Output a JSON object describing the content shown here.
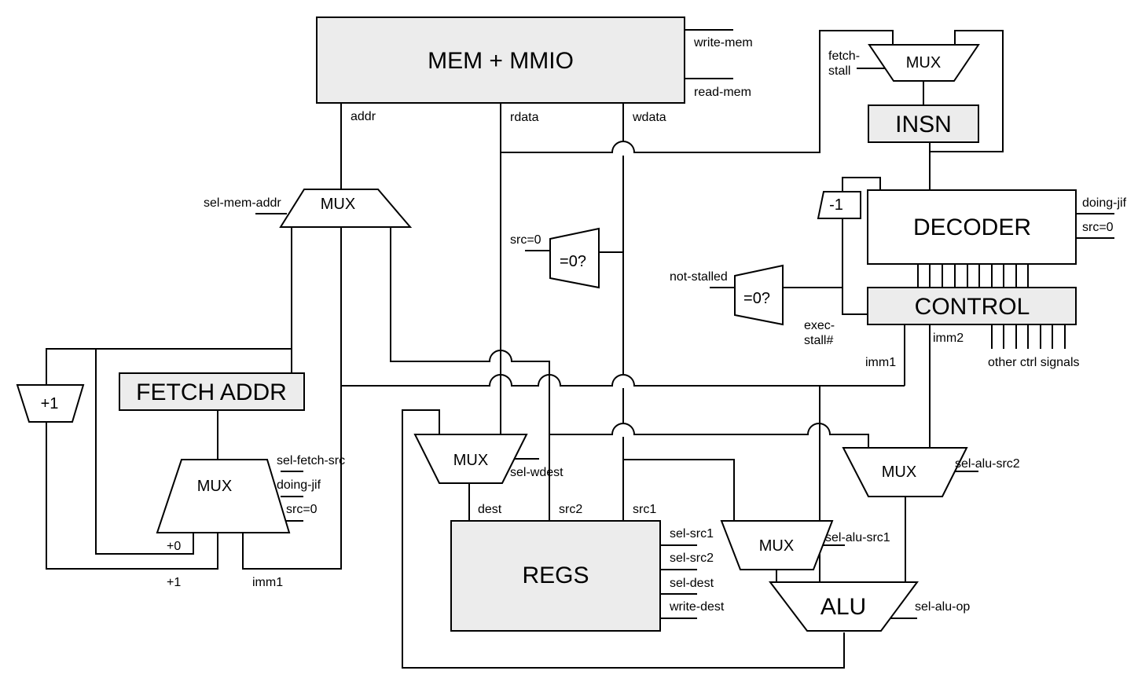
{
  "blocks": {
    "mem": "MEM + MMIO",
    "insn": "INSN",
    "decoder": "DECODER",
    "control": "CONTROL",
    "fetch_addr": "FETCH ADDR",
    "regs": "REGS",
    "alu": "ALU"
  },
  "ops": {
    "mux": "MUX",
    "zero_test": "=0?",
    "minus_one": "-1",
    "plus_one": "+1"
  },
  "signals": {
    "write_mem": "write-mem",
    "read_mem": "read-mem",
    "addr": "addr",
    "rdata": "rdata",
    "wdata": "wdata",
    "fetch_stall_1": "fetch-",
    "fetch_stall_2": "stall",
    "doing_jif": "doing-jif",
    "src0": "src=0",
    "sel_mem_addr": "sel-mem-addr",
    "not_stalled": "not-stalled",
    "exec_stall_1": "exec-",
    "exec_stall_2": "stall#",
    "imm1": "imm1",
    "imm2": "imm2",
    "other_ctrl": "other ctrl signals",
    "sel_fetch_src": "sel-fetch-src",
    "plus0": "+0",
    "plus1": "+1",
    "sel_wdest": "sel-wdest",
    "dest": "dest",
    "src2": "src2",
    "src1": "src1",
    "sel_src1": "sel-src1",
    "sel_src2": "sel-src2",
    "sel_dest": "sel-dest",
    "write_dest": "write-dest",
    "sel_alu_src1": "sel-alu-src1",
    "sel_alu_src2": "sel-alu-src2",
    "sel_alu_op": "sel-alu-op"
  }
}
